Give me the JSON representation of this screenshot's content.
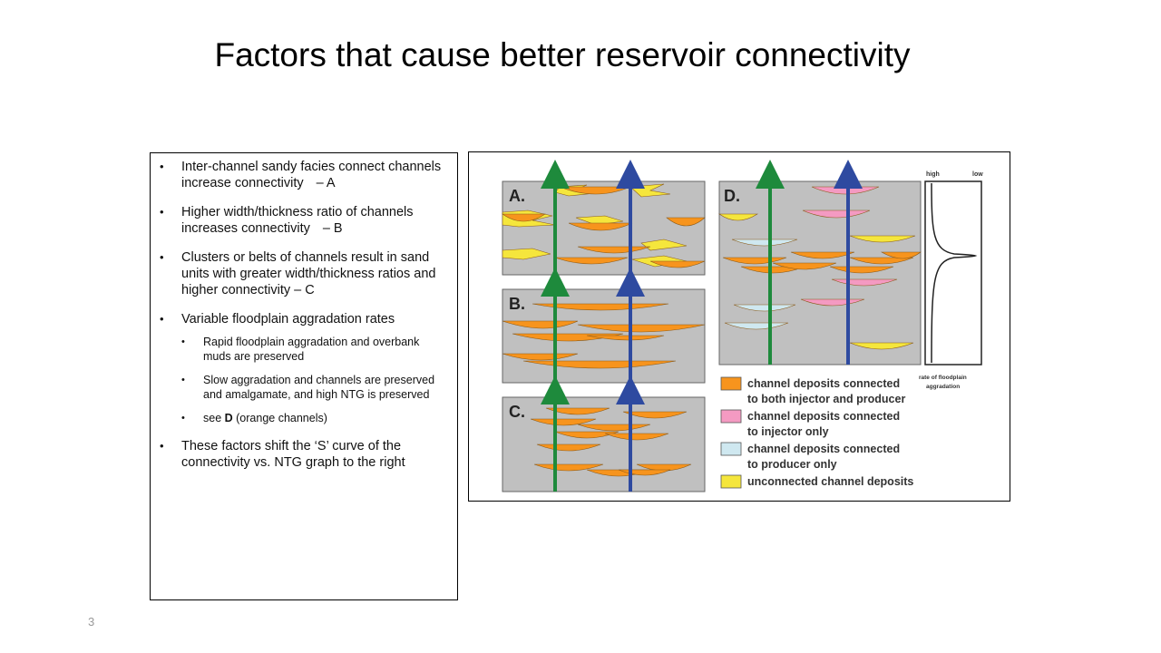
{
  "slide": {
    "title": "Factors that cause better reservoir connectivity",
    "page_number": "3"
  },
  "bullets": {
    "b1": {
      "text": "Inter-channel sandy facies connect channels increase connectivity",
      "tag": "– A"
    },
    "b2": {
      "text": "Higher width/thickness ratio of channels increases connectivity",
      "tag": "– B"
    },
    "b3": {
      "text": "Clusters or belts of channels result in sand units with greater width/thickness ratios and higher connectivity – C"
    },
    "b4": {
      "text": "Variable floodplain aggradation rates",
      "sub1": "Rapid floodplain aggradation and overbank muds are preserved",
      "sub2": "Slow aggradation and channels are preserved and amalgamate, and high NTG is preserved",
      "sub3_pre": "see ",
      "sub3_bold": "D",
      "sub3_post": " (orange channels)"
    },
    "b5": {
      "text": "These factors shift the ‘S’ curve of the connectivity vs. NTG graph to the right"
    }
  },
  "diagram": {
    "panels": [
      "A.",
      "B.",
      "C.",
      "D."
    ],
    "curve_high": "high",
    "curve_low": "low",
    "curve_axis_1": "rate of floodplain",
    "curve_axis_2": "aggradation",
    "legend": [
      {
        "line1": "channel deposits connected",
        "line2": "to both injector and producer",
        "color": "#f7941d"
      },
      {
        "line1": "channel deposits connected",
        "line2": "to injector only",
        "color": "#f49ac2"
      },
      {
        "line1": "channel deposits connected",
        "line2": "to producer only",
        "color": "#cfe8f0"
      },
      {
        "line1": "unconnected channel deposits",
        "line2": "",
        "color": "#f5e63c"
      }
    ],
    "colors": {
      "background": "#c0c0c0",
      "injector_well": "#1e8a3c",
      "producer_well": "#2e4aa0"
    }
  }
}
